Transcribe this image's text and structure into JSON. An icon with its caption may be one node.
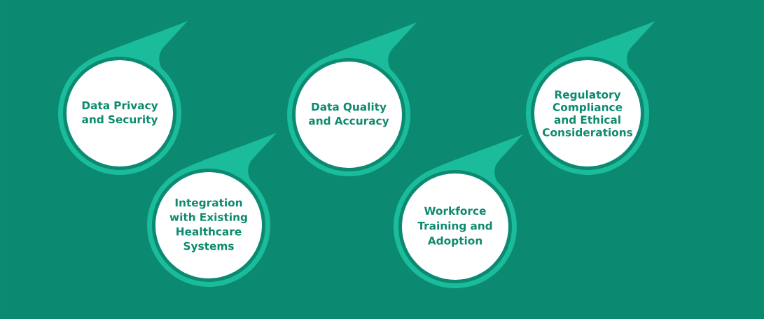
{
  "diagram": {
    "nodes": [
      {
        "text": [
          "Data Privacy and Security"
        ]
      },
      {
        "text": [
          "Integration with Existing Healthcare Systems"
        ]
      },
      {
        "text": [
          "Data Quality and Accuracy"
        ]
      },
      {
        "text": [
          "Workforce Training and Adoption"
        ]
      },
      {
        "text": [
          "Regulatory Compliance and Ethical Considerations"
        ]
      }
    ]
  }
}
